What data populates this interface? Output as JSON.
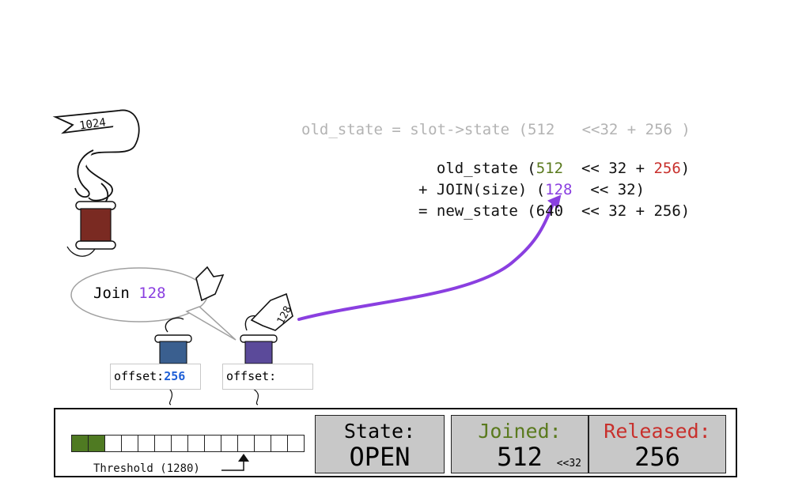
{
  "header_formula": {
    "text": "old_state = slot->state (512   <<32 + 256 )"
  },
  "calc": {
    "rows": [
      {
        "label": "  old_state ",
        "open": "(",
        "a": "512",
        "mid": "  << 32 + ",
        "b": "256",
        "close": ")"
      },
      {
        "label": "+ JOIN(size) ",
        "open": "(",
        "a": "128",
        "mid": "  << 32)",
        "b": "",
        "close": ""
      },
      {
        "label": "= new_state ",
        "open": "(",
        "a": "640",
        "mid": "  << 32 + ",
        "b": "256",
        "close": ")"
      }
    ]
  },
  "spools": {
    "top_tag": "1024",
    "join_bubble": {
      "text": "Join ",
      "value": "128"
    },
    "small_tag": "128",
    "offset_left": {
      "label": "offset:",
      "value": "256"
    },
    "offset_right": {
      "label": "offset:",
      "value": ""
    }
  },
  "panel": {
    "cells_total": 14,
    "cells_filled": 2,
    "threshold_label": "Threshold (1280)",
    "state": {
      "title": "State:",
      "value": "OPEN"
    },
    "joined": {
      "title": "Joined:",
      "value": "512",
      "shift": "<<32"
    },
    "released": {
      "title": "Released:",
      "value": "256"
    }
  },
  "colors": {
    "green": "#5a7a1e",
    "red": "#c8302c",
    "purple": "#8a3fe0",
    "blue": "#1f5fd6",
    "spool_red": "#7a2a22",
    "spool_blue": "#3a5f8f",
    "spool_purple": "#5b4a9a"
  }
}
